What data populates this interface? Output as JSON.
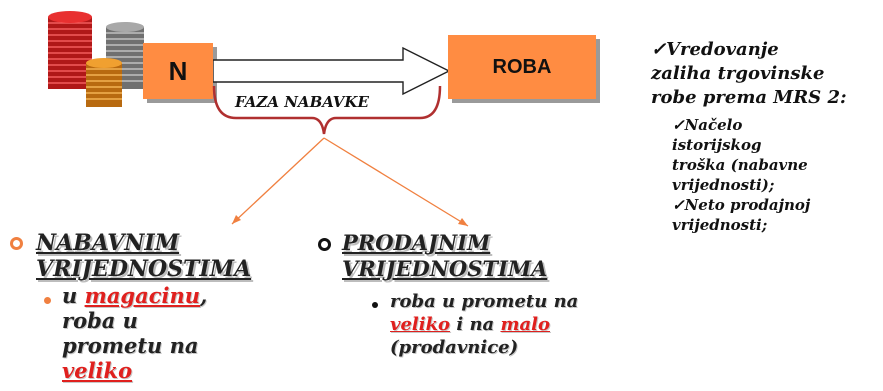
{
  "diagram": {
    "box_n": "N",
    "box_roba": "ROBA",
    "phase_label": "FAZA NABAVKE"
  },
  "left_bullet": {
    "title_line1": "NABAVNIM",
    "title_line2": "VRIJEDNOSTIMA",
    "sub_u": "u ",
    "sub_magacinu": "magacinu",
    "sub_comma": ",",
    "sub_line2": "roba u",
    "sub_line3": "prometu na",
    "sub_veliko": "veliko"
  },
  "middle_bullet": {
    "title_line1": "PRODAJNIM",
    "title_line2": "VRIJEDNOSTIMA",
    "sub_line1": "roba u prometu na",
    "sub_veliko": "veliko",
    "sub_i_na": " i na ",
    "sub_malo": "malo",
    "sub_line3": "(prodavnice)"
  },
  "right_panel": {
    "check": "✓",
    "heading_line1": "Vredovanje",
    "heading_line2": "zaliha trgovinske",
    "heading_line3": "robe prema MRS 2:",
    "item1_line1": "Načelo",
    "item1_line2": "istorijskog",
    "item1_line3": "troška (nabavne",
    "item1_line4": "vrijednosti);",
    "item2_line1": "Neto prodajnoj",
    "item2_line2": "vrijednosti;"
  },
  "colors": {
    "orange": "#ff8c42",
    "red_text": "#e0201e",
    "brace": "#b03030",
    "arrow_lines": "#f08040"
  }
}
